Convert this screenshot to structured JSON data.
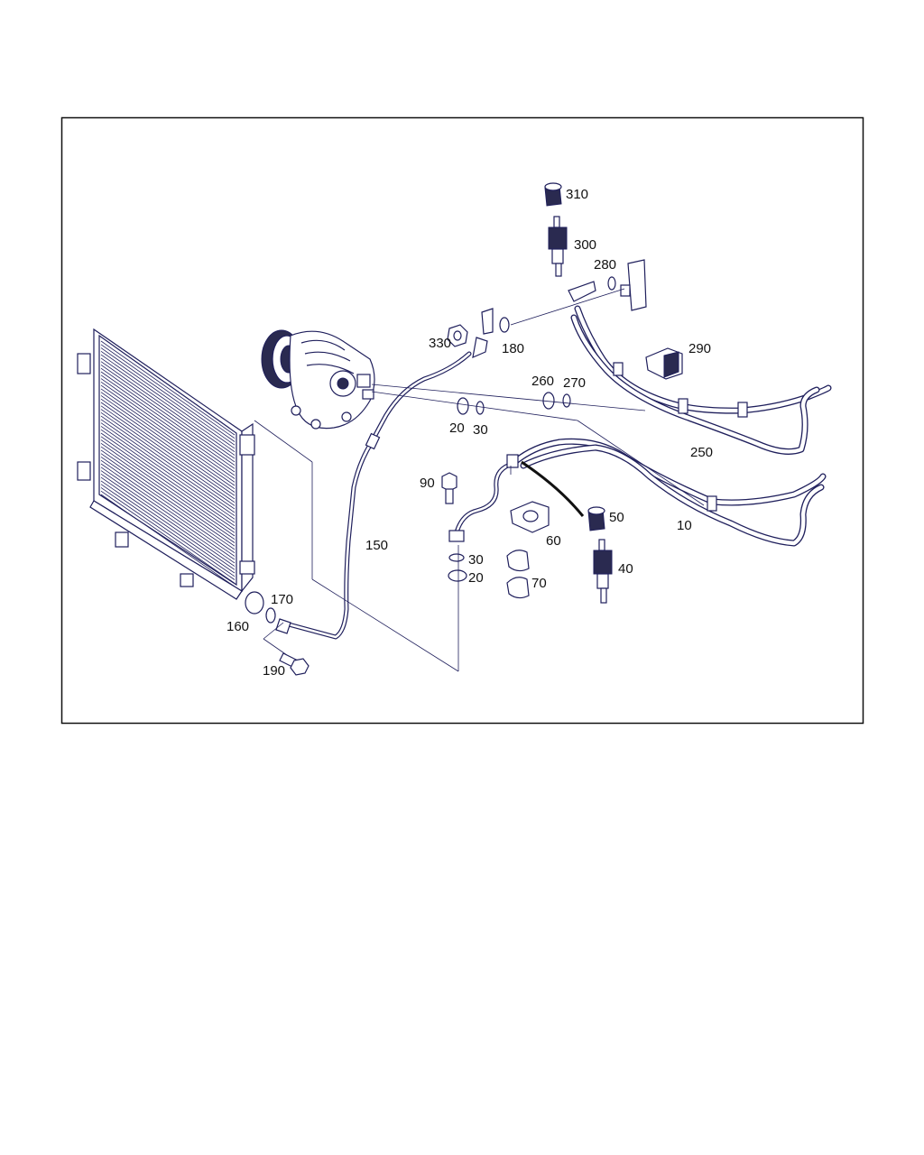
{
  "diagram": {
    "callouts": {
      "c310": "310",
      "c300": "300",
      "c280": "280",
      "c330": "330",
      "c180": "180",
      "c290": "290",
      "c260": "260",
      "c270": "270",
      "c20a": "20",
      "c30a": "30",
      "c250": "250",
      "c90": "90",
      "c50": "50",
      "c10": "10",
      "c150": "150",
      "c60": "60",
      "c30b": "30",
      "c40": "40",
      "c20b": "20",
      "c70": "70",
      "c170": "170",
      "c160": "160",
      "c190": "190"
    },
    "parts": [
      "condenser",
      "compressor",
      "refrigerant-line-150",
      "refrigerant-line-250",
      "refrigerant-line-10",
      "pressure-switch-300",
      "cap-310",
      "pressure-switch-40",
      "cap-50",
      "clamp-290",
      "clamp-60",
      "clip-70",
      "bolt-90",
      "bolt-190"
    ]
  }
}
